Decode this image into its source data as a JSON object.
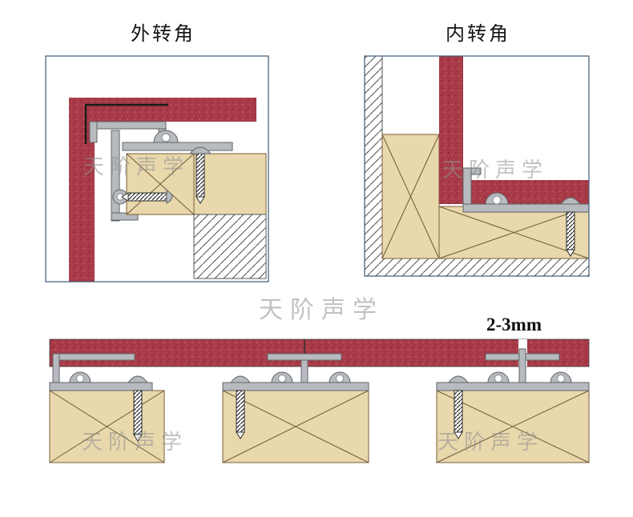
{
  "titles": {
    "outer_corner": "外转角",
    "inner_corner": "内转角"
  },
  "labels": {
    "gap_dimension": "2-3mm"
  },
  "watermark": {
    "text": "天阶声学"
  },
  "colors": {
    "acoustic_panel_red": "#a93b48",
    "wood_blocking_tan": "#e8d8ac",
    "aluminum_profile_gray": "#b7babe",
    "diagram_outline_blue": "#3c5a76",
    "watermark_gray": "#8f8f8f",
    "hatch_line": "#4e4e4e"
  }
}
